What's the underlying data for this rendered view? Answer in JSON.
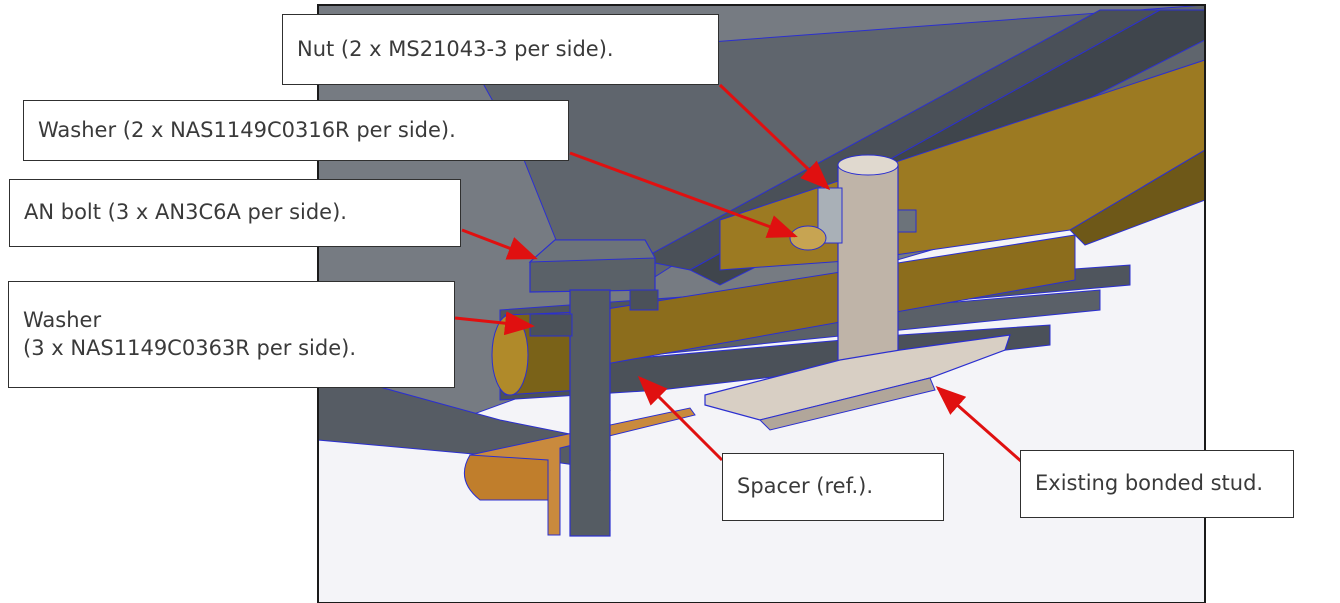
{
  "callouts": {
    "nut": "Nut (2 x MS21043-3 per side).",
    "washer_top": "Washer (2 x NAS1149C0316R per side).",
    "an_bolt": "AN bolt (3 x AN3C6A per side).",
    "washer_lower_line1": "Washer",
    "washer_lower_line2": "(3 x NAS1149C0363R per side).",
    "spacer": "Spacer (ref.).",
    "stud": "Existing bonded stud."
  },
  "colors": {
    "frame": "#1a1a1a",
    "shell_gray": "#6c7178",
    "dark_gray": "#4d535b",
    "steel": "#5a6168",
    "gold": "#9c7a22",
    "gold_dark": "#6e5818",
    "copper": "#c98a3d",
    "stud_tan": "#bfb4a8",
    "edge_blue": "#2b2fd0",
    "leader_red": "#e01010",
    "floor": "#f4f4f8"
  }
}
